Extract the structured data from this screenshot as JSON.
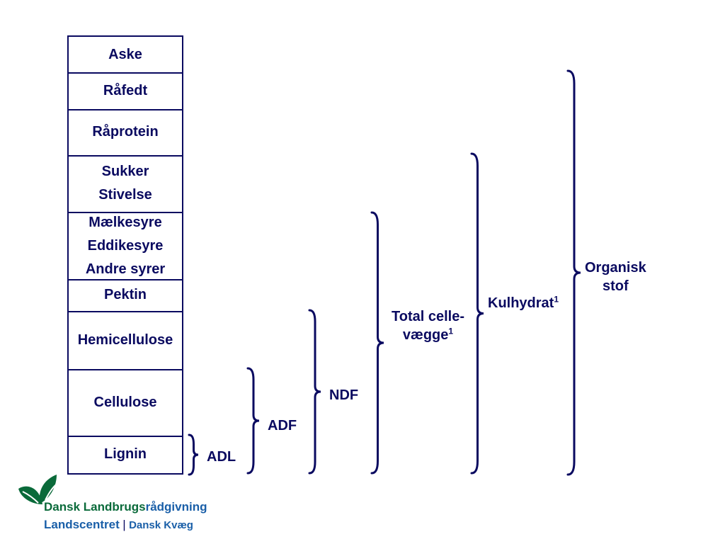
{
  "stack": [
    {
      "lines": [
        "Aske"
      ]
    },
    {
      "lines": [
        "Råfedt"
      ]
    },
    {
      "lines": [
        "Råprotein"
      ]
    },
    {
      "lines": [
        "Sukker",
        "Stivelse"
      ]
    },
    {
      "lines": [
        "Mælkesyre",
        "Eddikesyre",
        "Andre syrer"
      ]
    },
    {
      "lines": [
        "Pektin"
      ]
    },
    {
      "lines": [
        "Hemicellulose"
      ]
    },
    {
      "lines": [
        "Cellulose"
      ]
    },
    {
      "lines": [
        "Lignin"
      ]
    }
  ],
  "braces": {
    "adl": {
      "label": "ADL"
    },
    "adf": {
      "label": "ADF"
    },
    "ndf": {
      "label": "NDF"
    },
    "total": {
      "line1": "Total celle-",
      "line2": "vægge",
      "sup": "1"
    },
    "kulhydrat": {
      "label": "Kulhydrat",
      "sup": "1"
    },
    "organisk": {
      "line1": "Organisk",
      "line2": "stof"
    }
  },
  "logo": {
    "part1": "Dansk Landbrugs",
    "part2": "rådgivning",
    "line2": "Landscentret",
    "separator": "|",
    "line2b": "Dansk Kvæg"
  },
  "colors": {
    "ink": "#0a0a60",
    "logo_green": "#0a6a3a",
    "logo_blue": "#1a5fa8"
  }
}
